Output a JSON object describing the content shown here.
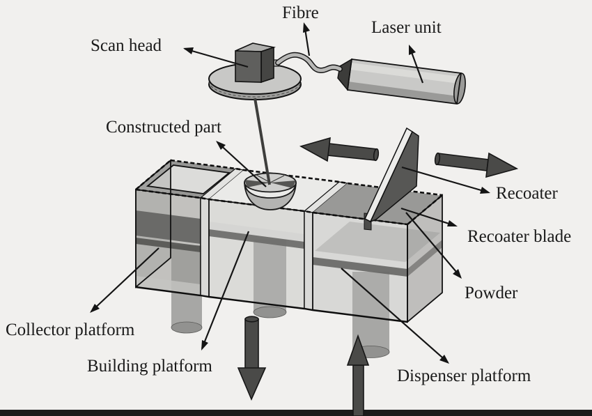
{
  "figure_labels": {
    "fibre": "Fibre",
    "laser_unit": "Laser unit",
    "scan_head": "Scan head",
    "constructed_part": "Constructed part",
    "recoater": "Recoater",
    "recoater_blade": "Recoater blade",
    "powder": "Powder",
    "collector_platform": "Collector platform",
    "building_platform": "Building platform",
    "dispenser_platform": "Dispenser platform"
  },
  "motion_arrows": {
    "recoater_travel_left": "left",
    "recoater_travel_right": "right",
    "building_platform_motion": "down",
    "dispenser_platform_motion": "up"
  },
  "colors": {
    "background": "#f1f0ee",
    "ink": "#1a1a1a",
    "dark_gray": "#4a4a48",
    "mid_gray": "#9b9b99",
    "light_gray": "#c9c9c7",
    "surface": "#eaeae8",
    "bottom_border": "#1b1b1b"
  }
}
